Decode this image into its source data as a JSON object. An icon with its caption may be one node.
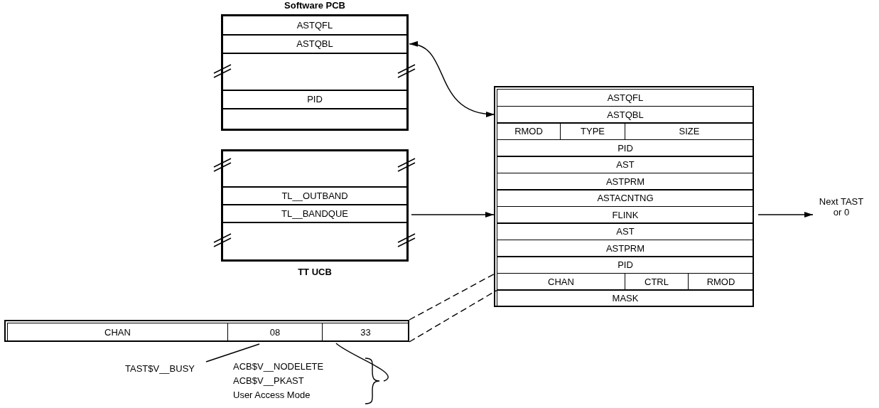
{
  "diagram": {
    "nodes": [
      {
        "text": [
          "Software PCB"
        ]
      },
      {
        "text": [
          "ASTQFL"
        ],
        "in": 0
      },
      {
        "text": [
          "ASTQBL"
        ],
        "in": 0
      },
      {
        "text": [],
        "shape": "box",
        "in": 0
      },
      {
        "text": [
          "PID"
        ],
        "in": 0
      },
      {
        "text": [],
        "shape": "box",
        "in": 0
      },
      {
        "text": [
          "TT UCB"
        ]
      },
      {
        "text": [],
        "shape": "box",
        "in": 6
      },
      {
        "text": [
          "TL__OUTBAND"
        ],
        "in": 6
      },
      {
        "text": [
          "TL__BANDQUE"
        ],
        "in": 6
      },
      {
        "text": [],
        "shape": "box",
        "in": 6
      },
      {
        "text": [],
        "shape": "box"
      },
      {
        "text": [
          "ASTQFL"
        ],
        "in": 11
      },
      {
        "text": [
          "ASTQBL"
        ],
        "in": 11
      },
      {
        "text": [
          "RMOD"
        ],
        "in": 11
      },
      {
        "text": [
          "TYPE"
        ],
        "in": 11
      },
      {
        "text": [
          "SIZE"
        ],
        "in": 11
      },
      {
        "text": [
          "PID"
        ],
        "in": 11
      },
      {
        "text": [
          "AST"
        ],
        "in": 11
      },
      {
        "text": [
          "ASTPRM"
        ],
        "in": 11
      },
      {
        "text": [
          "ASTACNTNG"
        ],
        "in": 11
      },
      {
        "text": [
          "FLINK"
        ],
        "in": 11
      },
      {
        "text": [
          "AST"
        ],
        "in": 11
      },
      {
        "text": [
          "ASTPRM"
        ],
        "in": 11
      },
      {
        "text": [
          "PID"
        ],
        "in": 11
      },
      {
        "text": [
          "CHAN"
        ],
        "in": 11
      },
      {
        "text": [
          "CTRL"
        ],
        "in": 11
      },
      {
        "text": [
          "RMOD"
        ],
        "in": 11
      },
      {
        "text": [
          "MASK"
        ],
        "in": 11
      },
      {
        "text": [
          "Next TAST or 0"
        ]
      },
      {
        "text": [],
        "shape": "box"
      },
      {
        "text": [
          "CHAN"
        ],
        "in": 30
      },
      {
        "text": [
          "08"
        ],
        "in": 30
      },
      {
        "text": [
          "33"
        ],
        "in": 30
      },
      {
        "text": [
          "TAST$V__BUSY"
        ]
      },
      {
        "text": [
          "ACB$V__NODELETE",
          "ACB$V__PKAST",
          "User Access Mode"
        ]
      }
    ],
    "edges": [
      {
        "from": 2,
        "to": 13,
        "arrow": "both"
      },
      {
        "from": 9,
        "to": 21,
        "arrow": "to"
      },
      {
        "from": 21,
        "to": 29,
        "arrow": "to"
      },
      {
        "from": 30,
        "to": 25,
        "arrow": "none",
        "style": "dashed"
      },
      {
        "from": 30,
        "to": 25,
        "arrow": "none",
        "style": "dashed"
      },
      {
        "from": 34,
        "to": 32,
        "arrow": "none"
      },
      {
        "from": 35,
        "to": 33,
        "arrow": "none"
      }
    ]
  }
}
